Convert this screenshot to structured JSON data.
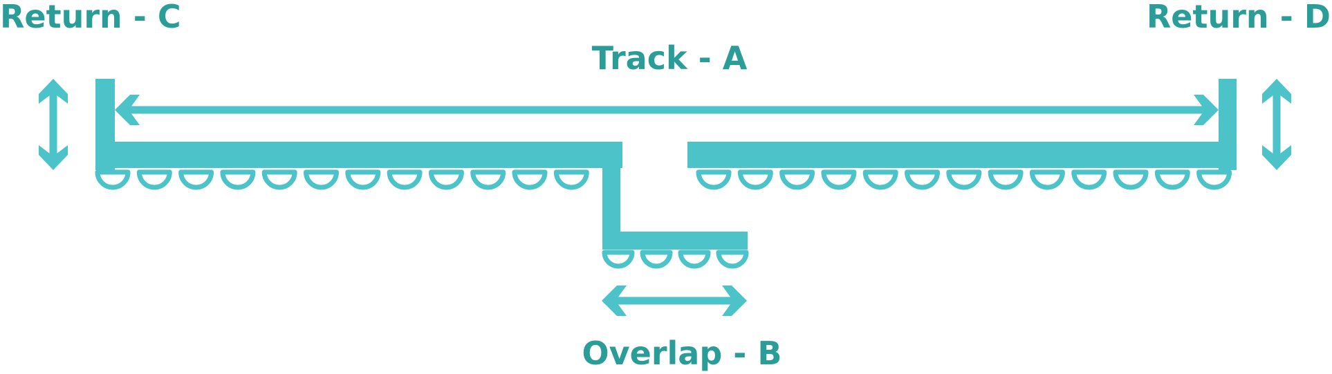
{
  "colors": {
    "line": "#4bc3c9",
    "label": "#2a9d98",
    "background": "#ffffff"
  },
  "labels": {
    "return_c": "Return - C",
    "return_d": "Return - D",
    "track_a": "Track - A",
    "overlap_b": "Overlap - B"
  },
  "diagram": {
    "left_track_hooks": 12,
    "right_track_hooks": 13,
    "overlap_hooks": 4
  }
}
